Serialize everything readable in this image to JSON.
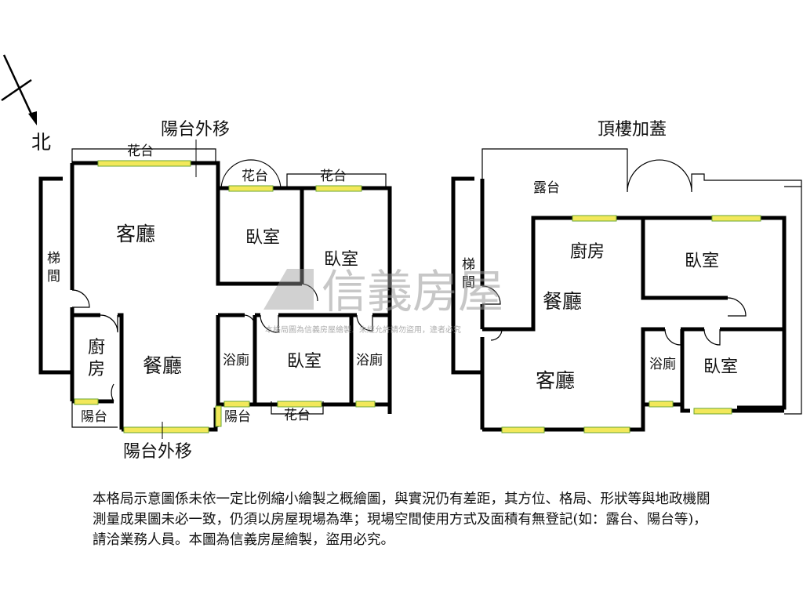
{
  "compass": {
    "north": "北"
  },
  "plan_left": {
    "top_note": "陽台外移",
    "bottom_note": "陽台外移",
    "rooms": {
      "living": "客廳",
      "dining": "餐廳",
      "kitchen_top": "廚",
      "kitchen_bottom": "房",
      "bedroom_1": "臥室",
      "bedroom_2": "臥室",
      "bedroom_3": "臥室",
      "bath_1": "浴廁",
      "bath_2": "浴廁",
      "stair_top": "梯",
      "stair_bottom": "間",
      "balcony_1": "陽台",
      "balcony_2": "陽台",
      "planter_1": "花台",
      "planter_2": "花台",
      "planter_3": "花台",
      "planter_4": "花台"
    }
  },
  "plan_right": {
    "title": "頂樓加蓋",
    "rooms": {
      "terrace": "露台",
      "kitchen": "廚房",
      "dining": "餐廳",
      "living": "客廳",
      "bedroom_1": "臥室",
      "bedroom_2": "臥室",
      "bath": "浴廁",
      "stair_top": "梯",
      "stair_bottom": "間"
    }
  },
  "watermark": {
    "brand": "信義房屋",
    "notice": "本格局圖為信義房屋繪製．未經允許請勿盜用，違者必究"
  },
  "disclaimer": "本格局示意圖係未依一定比例縮小繪製之概繪圖，與實況仍有差距，其方位、格局、形狀等與地政機關測量成果圖未必一致，仍須以房屋現場為準；現場空間使用方式及面積有無登記(如：露台、陽台等)，請洽業務人員。本圖為信義房屋繪製，盜用必究。",
  "colors": {
    "wall": "#000000",
    "window_fill": "#f2e85a",
    "window_stroke": "#6aa630",
    "watermark": "#9a9a9a"
  }
}
